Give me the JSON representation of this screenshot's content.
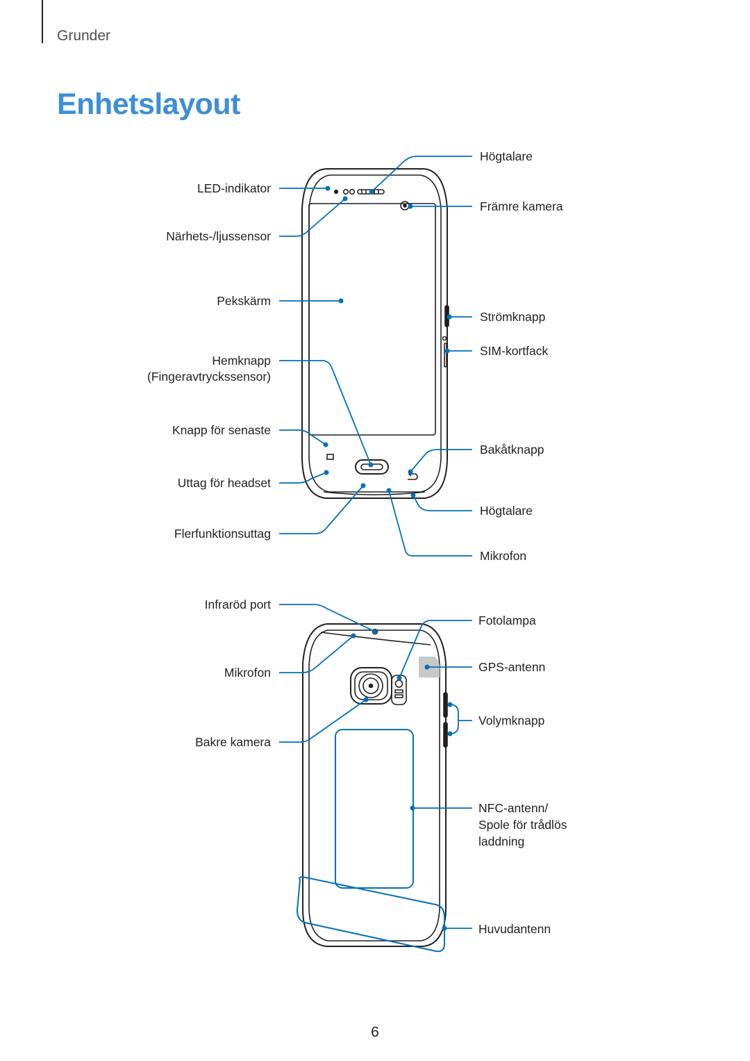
{
  "header": {
    "section": "Grunder",
    "title": "Enhetslayout"
  },
  "front_labels": {
    "led": "LED-indikator",
    "proximity": "Närhets-/ljussensor",
    "touchscreen": "Pekskärm",
    "home_key": "Hemknapp",
    "home_key_sub": "(Fingeravtryckssensor)",
    "recents_key": "Knapp för senaste",
    "headset_jack": "Uttag för headset",
    "multipurpose_jack": "Flerfunktionsuttag",
    "earpiece": "Högtalare",
    "front_camera": "Främre kamera",
    "power_key": "Strömknapp",
    "sim_tray": "SIM-kortfack",
    "back_key": "Bakåtknapp",
    "speaker": "Högtalare",
    "microphone": "Mikrofon"
  },
  "back_labels": {
    "ir_port": "Infraröd port",
    "microphone": "Mikrofon",
    "rear_camera": "Bakre kamera",
    "flash": "Fotolampa",
    "gps_antenna": "GPS-antenn",
    "volume_key": "Volymknapp",
    "nfc_line1": "NFC-antenn/",
    "nfc_line2": "Spole för trådlös",
    "nfc_line3": "laddning",
    "main_antenna": "Huvudantenn"
  },
  "footer": {
    "page_number": "6"
  },
  "colors": {
    "accent": "#3d8fd6",
    "callout": "#0070b8",
    "outline": "#231f20"
  }
}
